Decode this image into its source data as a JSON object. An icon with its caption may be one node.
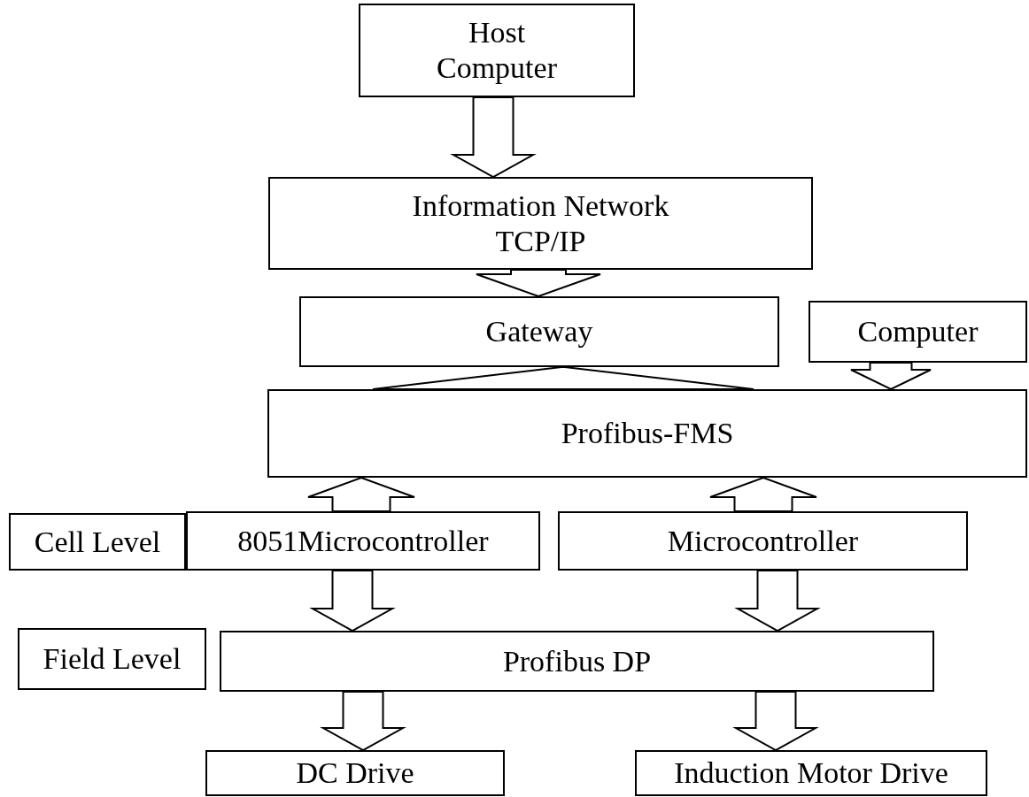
{
  "diagram": {
    "nodes": [
      {
        "text": [
          "Host Computer"
        ]
      },
      {
        "text": [
          "Information Network TCP/IP"
        ]
      },
      {
        "text": [
          "Gateway"
        ]
      },
      {
        "text": [
          "Computer"
        ]
      },
      {
        "text": [
          "Profibus-FMS"
        ]
      },
      {
        "text": [
          "Cell Level"
        ]
      },
      {
        "text": [
          "8051Microcontroller"
        ]
      },
      {
        "text": [
          "Microcontroller"
        ]
      },
      {
        "text": [
          "Field Level"
        ]
      },
      {
        "text": [
          "Profibus DP"
        ]
      },
      {
        "text": [
          "DC Drive"
        ]
      },
      {
        "text": [
          "Induction Motor Drive"
        ]
      }
    ],
    "edges": [
      {
        "from": 0,
        "to": 1,
        "arrow": "to"
      },
      {
        "from": 1,
        "to": 2,
        "arrow": "to"
      },
      {
        "from": 2,
        "to": 4,
        "arrow": "none"
      },
      {
        "from": 3,
        "to": 4,
        "arrow": "to"
      },
      {
        "from": 6,
        "to": 4,
        "arrow": "to"
      },
      {
        "from": 7,
        "to": 4,
        "arrow": "to"
      },
      {
        "from": 6,
        "to": 9,
        "arrow": "to"
      },
      {
        "from": 7,
        "to": 9,
        "arrow": "to"
      },
      {
        "from": 9,
        "to": 10,
        "arrow": "to"
      },
      {
        "from": 9,
        "to": 11,
        "arrow": "to"
      }
    ]
  }
}
